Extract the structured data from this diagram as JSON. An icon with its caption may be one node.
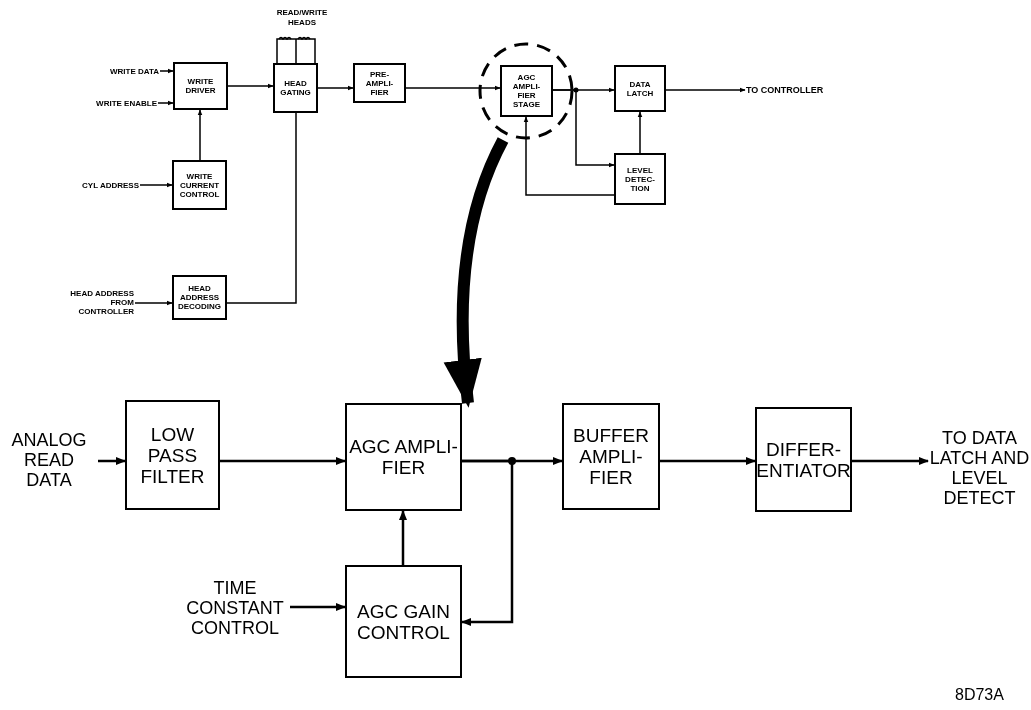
{
  "diagram": {
    "nodes": [
      {
        "text": [
          "WRITE DATA"
        ]
      },
      {
        "text": [
          "WRITE ENABLE"
        ]
      },
      {
        "text": [
          "WRITE DRIVER"
        ]
      },
      {
        "text": [
          "HEAD GATING"
        ]
      },
      {
        "text": [
          "PRE- AMPLI- FIER"
        ]
      },
      {
        "text": [],
        "shape": "circle"
      },
      {
        "text": [
          "AGC AMPLI- FIER STAGE"
        ],
        "in": 5
      },
      {
        "text": [
          "DATA LATCH"
        ]
      },
      {
        "text": [
          "TO CONTROLLER"
        ]
      },
      {
        "text": [
          "LEVEL DETEC- TION"
        ]
      },
      {
        "text": [
          "CYL ADDRESS"
        ]
      },
      {
        "text": [
          "WRITE CURRENT CONTROL"
        ]
      },
      {
        "text": [
          "HEAD ADDRESS FROM CONTROLLER"
        ]
      },
      {
        "text": [
          "HEAD ADDRESS DECODING"
        ]
      },
      {
        "text": [
          "ANALOG READ DATA"
        ]
      },
      {
        "text": [
          "LOW PASS FILTER"
        ]
      },
      {
        "text": [
          "AGC AMPLI- FIER"
        ]
      },
      {
        "text": [
          "BUFFER AMPLI- FIER"
        ]
      },
      {
        "text": [
          "DIFFER- ENTIATOR"
        ]
      },
      {
        "text": [
          "TO DATA LATCH AND LEVEL DETECT"
        ]
      },
      {
        "text": [
          "TIME CONSTANT CONTROL"
        ]
      },
      {
        "text": [
          "AGC GAIN CONTROL"
        ]
      }
    ],
    "edges": [
      {
        "from": 0,
        "to": 2,
        "arrow": "to"
      },
      {
        "from": 1,
        "to": 2,
        "arrow": "to"
      },
      {
        "from": 2,
        "to": 3,
        "arrow": "to"
      },
      {
        "from": 10,
        "to": 11,
        "arrow": "to"
      },
      {
        "from": 11,
        "to": 2,
        "arrow": "to"
      },
      {
        "from": 12,
        "to": 13,
        "arrow": "to"
      },
      {
        "from": 13,
        "to": 3,
        "arrow": "none"
      },
      {
        "from": 3,
        "to": 4,
        "arrow": "to"
      },
      {
        "from": 4,
        "to": 6,
        "arrow": "to"
      },
      {
        "from": 6,
        "to": 7,
        "arrow": "to"
      },
      {
        "from": 6,
        "to": 9,
        "arrow": "to"
      },
      {
        "from": 9,
        "to": 7,
        "arrow": "to"
      },
      {
        "from": 9,
        "to": 6,
        "arrow": "to"
      },
      {
        "from": 7,
        "to": 8,
        "arrow": "to"
      },
      {
        "from": 5,
        "to": 16,
        "arrow": "to",
        "style": "thick"
      },
      {
        "from": 14,
        "to": 15,
        "arrow": "to"
      },
      {
        "from": 15,
        "to": 16,
        "arrow": "to"
      },
      {
        "from": 16,
        "to": 17,
        "arrow": "to"
      },
      {
        "from": 17,
        "to": 18,
        "arrow": "to"
      },
      {
        "from": 18,
        "to": 19,
        "arrow": "to"
      },
      {
        "from": 20,
        "to": 21,
        "arrow": "to"
      },
      {
        "from": 21,
        "to": 16,
        "arrow": "to"
      },
      {
        "from": 16,
        "to": 21,
        "arrow": "to"
      }
    ],
    "labels": [
      "READ/WRITE HEADS",
      "8D73A"
    ]
  }
}
